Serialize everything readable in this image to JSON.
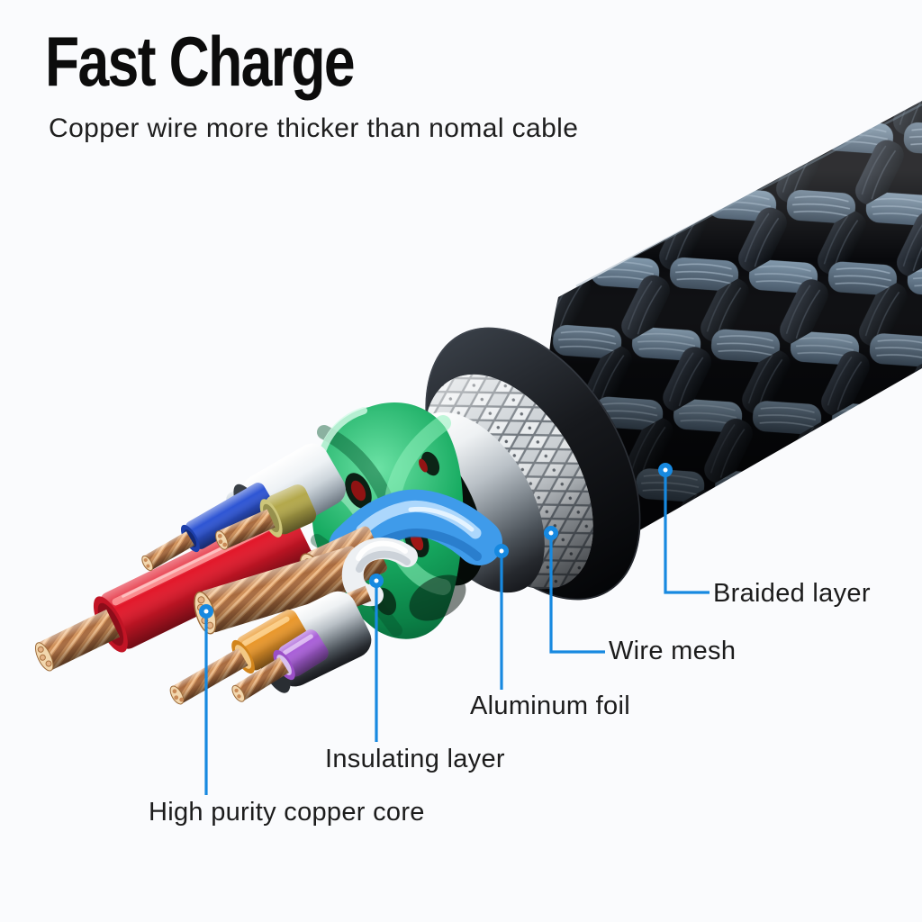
{
  "header": {
    "title": "Fast Charge",
    "subtitle": "Copper wire more thicker than nomal cable"
  },
  "diagram": {
    "type": "labeled-cutaway",
    "subject": "braided fast-charge cable cross-section",
    "callout_color": "#1789e0",
    "labels": [
      {
        "id": "braided-layer",
        "text": "Braided layer"
      },
      {
        "id": "wire-mesh",
        "text": "Wire mesh"
      },
      {
        "id": "aluminum-foil",
        "text": "Aluminum foil"
      },
      {
        "id": "insulating-layer",
        "text": "Insulating layer"
      },
      {
        "id": "high-purity-copper-core",
        "text": "High purity copper core"
      }
    ],
    "palette": {
      "background": "#fafbfd",
      "braid_slate": "#64788b",
      "braid_black": "#0c0f13",
      "jacket_black": "#17191d",
      "mesh_silver": "#cdd2d6",
      "foil_chrome": "#b9c0c6",
      "insulation_green": "#12a45c",
      "copper": "#c98a57",
      "wire_red": "#e2182a",
      "wire_blue": "#2e55d4",
      "wire_olive": "#b3a84b",
      "wire_lightblue": "#47a3f0",
      "wire_white": "#eef1f4",
      "wire_orange": "#e9972b",
      "wire_purple": "#a95fd8"
    }
  }
}
